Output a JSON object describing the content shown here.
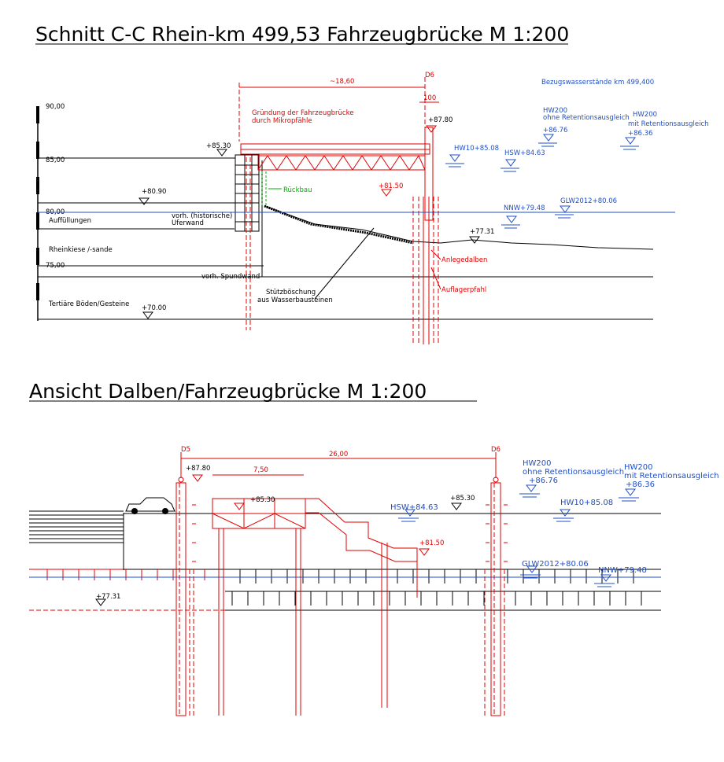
{
  "section1": {
    "title": "Schnitt C-C Rhein-km  499,53 Fahrzeugbrücke   M  1:200",
    "dim_span": "~18,60",
    "dim_100": "100",
    "dalben_label": "D6",
    "ref_title": "Bezugswasserstände km  499,400",
    "scale_labels": [
      "90,00",
      "85,00",
      "80,00",
      "75,00"
    ],
    "founding_note": [
      "Gründung der Fahrzeugbrücke",
      "durch Mikropfähle"
    ],
    "rueckbau": "Rückbau",
    "el_8530": "+85.30",
    "el_8090": "+80.90",
    "el_8150": "+81.50",
    "el_8780": "+87.80",
    "el_7731": "+77.31",
    "el_7000": "+70.00",
    "hw10": "HW10+85.08",
    "hsw": "HSW+84.63",
    "nnw": "NNW+79.48",
    "glw": "GLW2012+80.06",
    "hw200_a": [
      "HW200",
      "ohne  Retentionsausgleich",
      "+86.76"
    ],
    "hw200_b": [
      "HW200",
      "mit Retentionsausgleich",
      "+86.36"
    ],
    "layer_auff": "Auffüllungen",
    "layer_kies": "Rheinkiese /-sande",
    "layer_tert": "Tertiäre Böden/Gesteine",
    "uferwand": [
      "vorh. (historische)",
      "Uferwand"
    ],
    "spundwand": "vorh. Spundwand",
    "stuetz": [
      "Stützböschung",
      "aus Wasserbausteinen"
    ],
    "anlegedalben": "Anlegedalben",
    "auflagerpfahl": "Auflagerpfahl"
  },
  "section2": {
    "title": "Ansicht  Dalben/Fahrzeugbrücke   M  1:200",
    "d5": "D5",
    "d6": "D6",
    "dim_2600": "26,00",
    "dim_750": "7,50",
    "el_8780": "+87.80",
    "el_8530a": "+85.30",
    "el_8530b": "+85.30",
    "el_8150": "+81.50",
    "el_7731": "+77.31",
    "hsw": "HSW+84.63",
    "hw10": "HW10+85.08",
    "glw": "GLW2012+80.06",
    "nnw": "NNW+79.48",
    "hw200_a": [
      "HW200",
      "ohne  Retentionsausgleich",
      "+86.76"
    ],
    "hw200_b": [
      "HW200",
      "mit Retentionsausgleich",
      "+86.36"
    ]
  },
  "colors": {
    "structure": "#e00000",
    "water": "#1f4fc8",
    "demolition": "#00b000",
    "ground": "#000000"
  }
}
